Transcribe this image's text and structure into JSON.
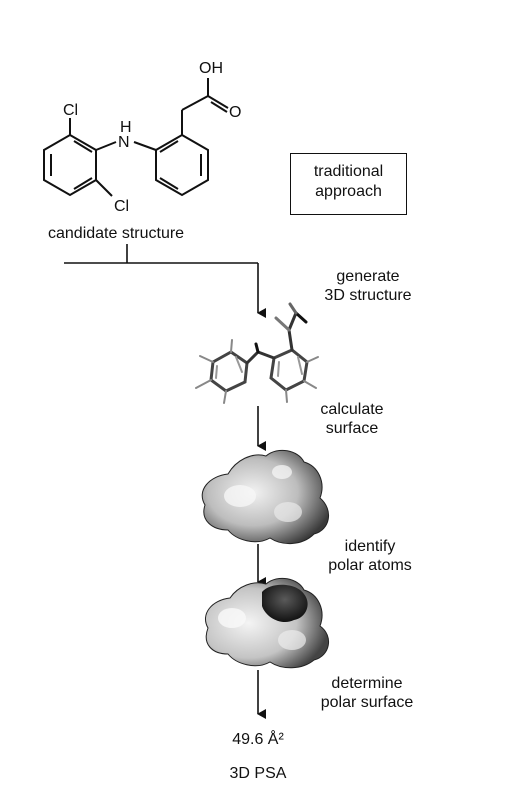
{
  "molecule": {
    "atoms": {
      "oh": "OH",
      "o": "O",
      "cl_top": "Cl",
      "cl_bottom": "Cl",
      "h": "H",
      "n": "N"
    },
    "caption": "candidate structure"
  },
  "approach_box": {
    "line1": "traditional",
    "line2": "approach"
  },
  "steps": [
    {
      "line1": "generate",
      "line2": "3D structure"
    },
    {
      "line1": "calculate",
      "line2": "surface"
    },
    {
      "line1": "identify",
      "line2": "polar atoms"
    },
    {
      "line1": "determine",
      "line2": "polar surface"
    }
  ],
  "result": {
    "value": "49.6 Å²",
    "label": "3D PSA"
  },
  "colors": {
    "ink": "#111111",
    "surface_light": "#e8e8e8",
    "surface_dark": "#2a2a2a"
  }
}
